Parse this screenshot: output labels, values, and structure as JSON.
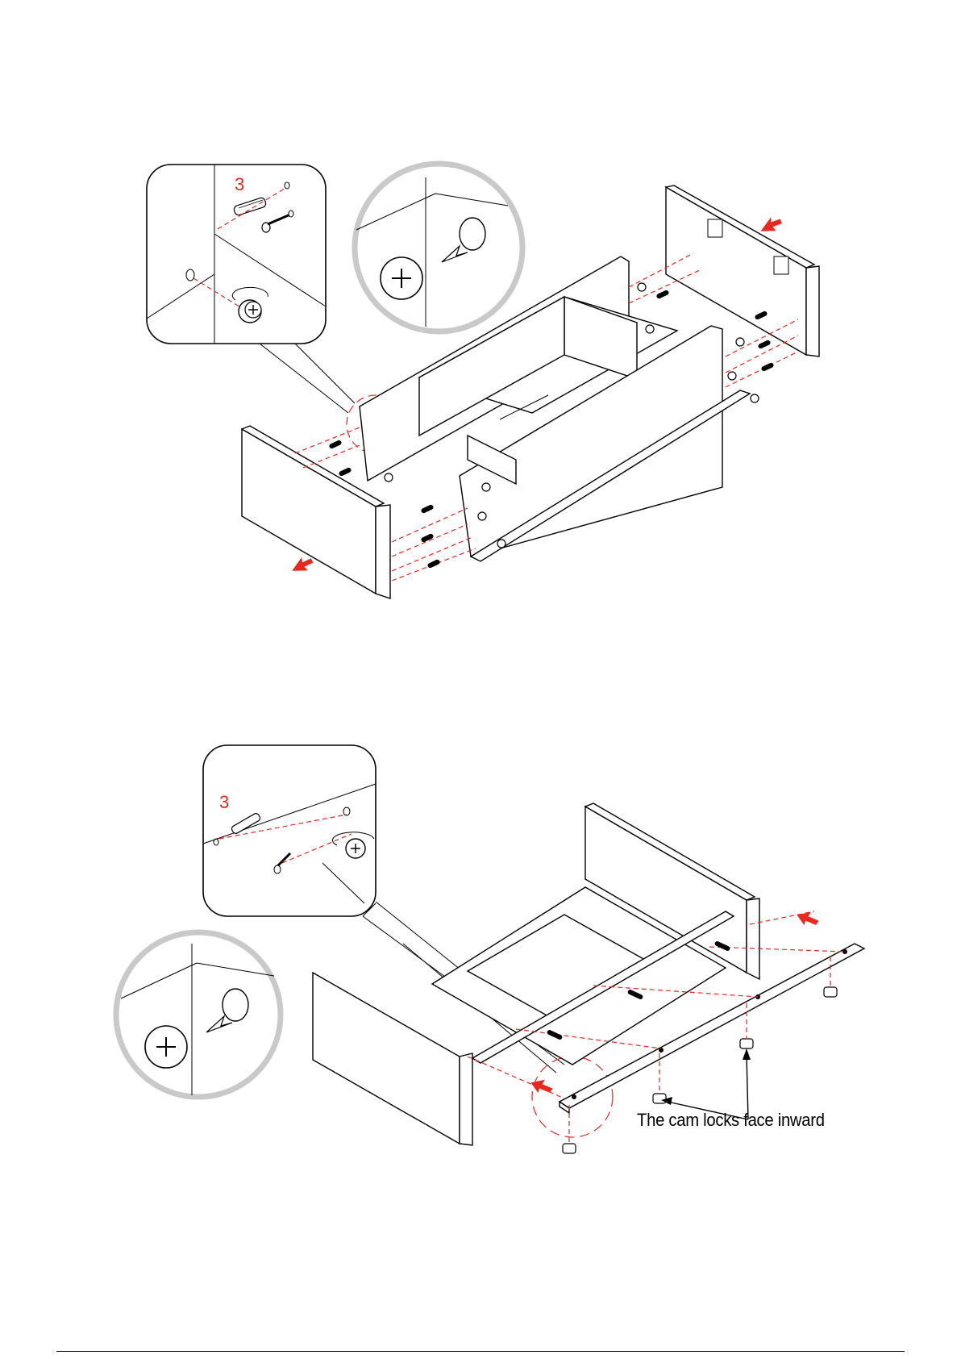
{
  "steps": [
    {
      "part_label": "3"
    },
    {
      "part_label": "3",
      "caption": "The cam locks face inward"
    }
  ],
  "colors": {
    "accent": "#e8271f",
    "callout_ring": "#c9c9c9",
    "line": "#000000"
  },
  "icons": [
    "red-arrow",
    "cam-lock",
    "dowel",
    "cam-bolt"
  ]
}
